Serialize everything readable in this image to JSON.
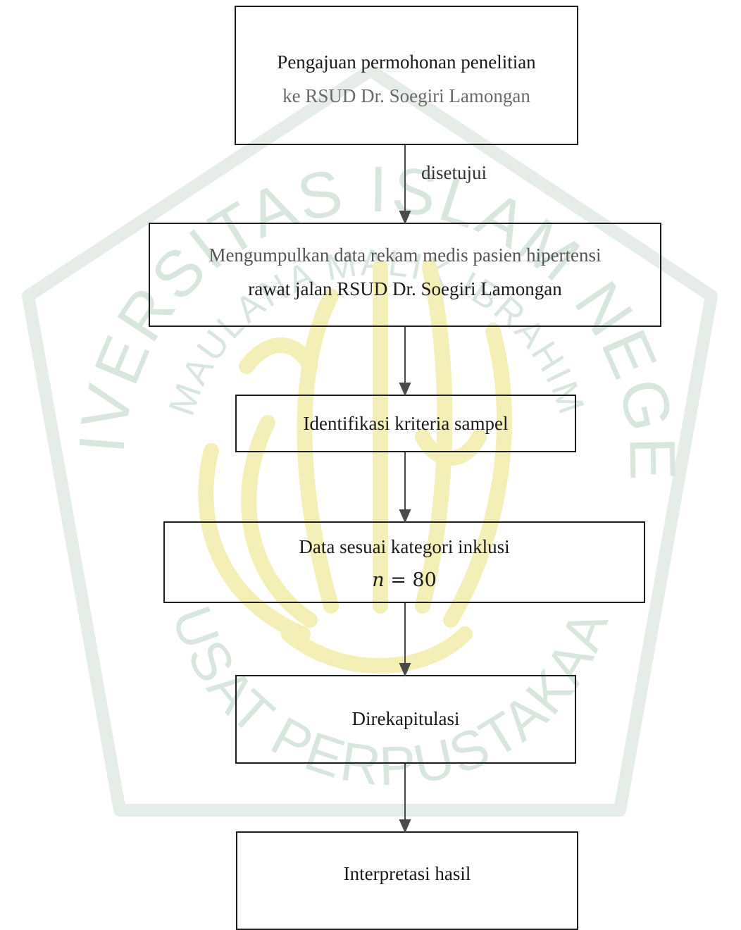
{
  "watermark": {
    "arc_top": "UNIVERSITAS ISLAM NEGERI",
    "arc_inner": "MAULANA MALIK IBRAHIM",
    "arc_bottom": "PUSAT PERPUSTAKAAN",
    "colors": {
      "text": "#d8e6de",
      "emblem": "#f3efb7",
      "outline": "#e4ece7"
    }
  },
  "flow": {
    "step1": {
      "line1": "Pengajuan permohonan penelitian",
      "line2": "ke RSUD Dr. Soegiri Lamongan"
    },
    "edge1_label": "disetujui",
    "step2": {
      "line1": "Mengumpulkan data rekam medis pasien hipertensi",
      "line2": "rawat jalan RSUD Dr. Soegiri Lamongan"
    },
    "step3": {
      "line1": "Identifikasi kriteria sampel"
    },
    "step4": {
      "line1": "Data sesuai kategori inklusi",
      "n_var": "n",
      "n_eq": "= 80"
    },
    "step5": {
      "line1": "Direkapitulasi"
    },
    "step6": {
      "line1": "Interpretasi hasil"
    }
  },
  "colors": {
    "box_border": "#1f1f1f",
    "arrow": "#4a4a4a",
    "text": "#1a1a1a"
  }
}
